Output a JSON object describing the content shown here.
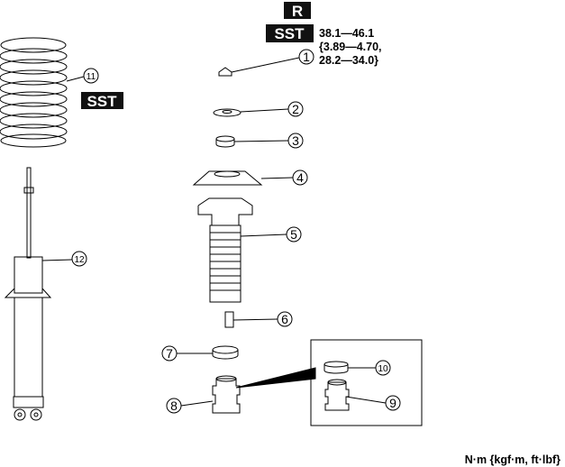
{
  "badges": {
    "r": "R",
    "sst_top": "SST",
    "sst_spring": "SST"
  },
  "torque": {
    "line1": "38.1—46.1",
    "line2": "{3.89—4.70,",
    "line3": "28.2—34.0}"
  },
  "units": "N·m {kgf·m, ft·lbf}",
  "callouts": [
    "1",
    "2",
    "3",
    "4",
    "5",
    "6",
    "7",
    "8",
    "9",
    "10",
    "11",
    "12"
  ]
}
